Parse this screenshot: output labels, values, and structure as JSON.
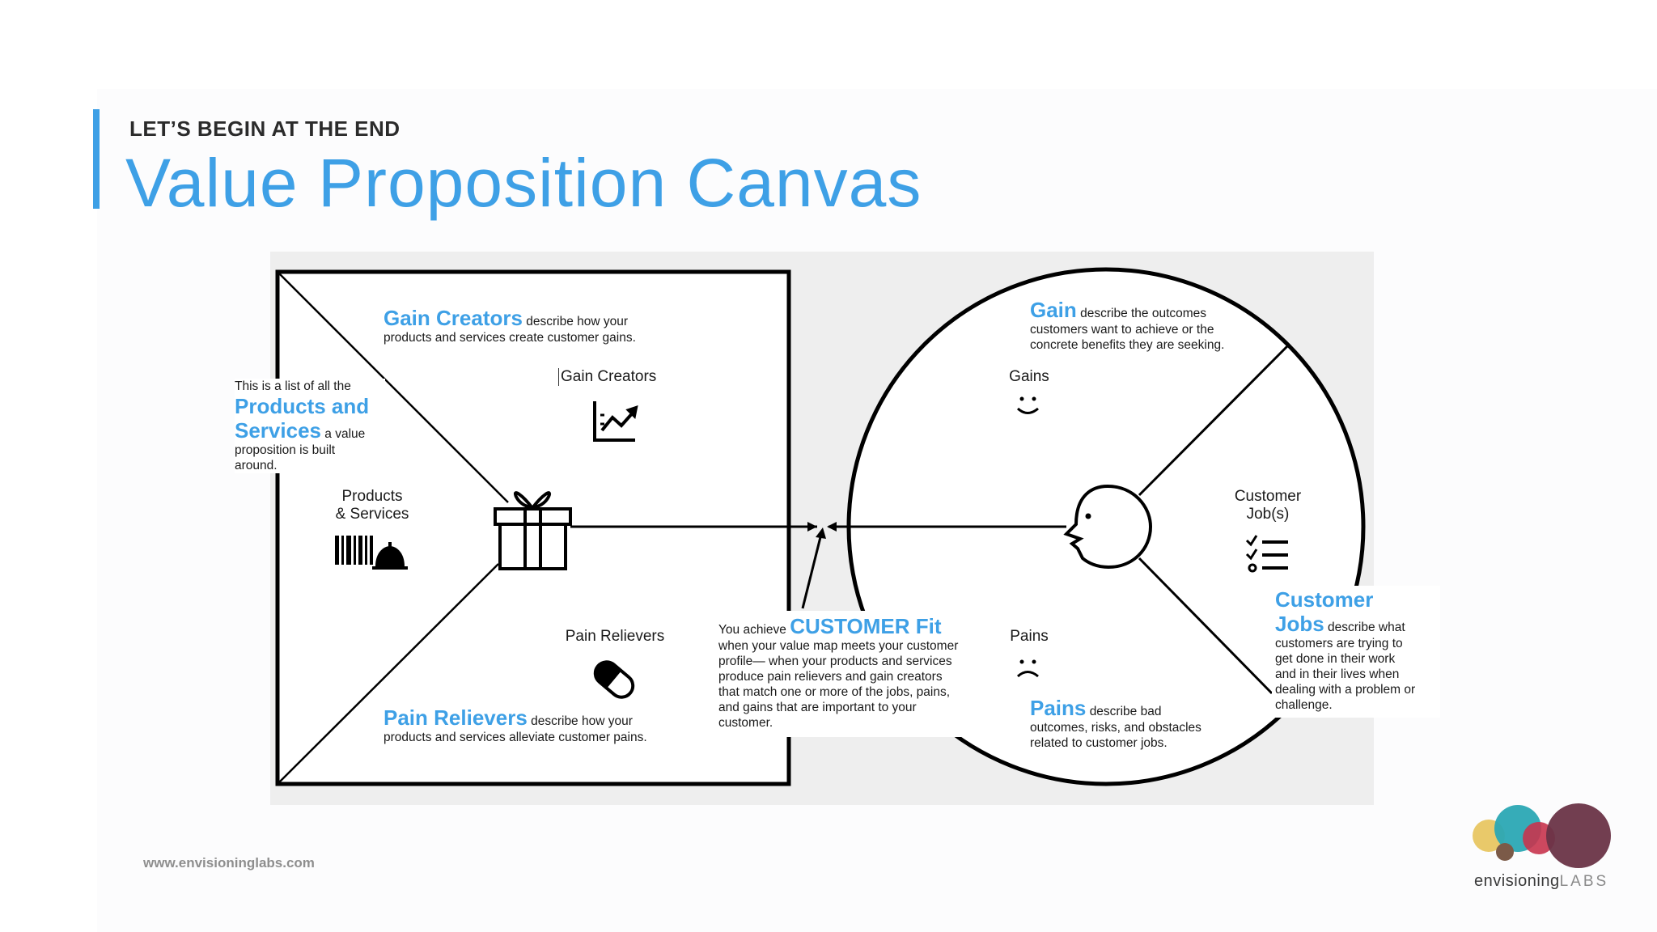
{
  "header": {
    "kicker": "LET’S BEGIN AT THE END",
    "title": "Value Proposition Canvas"
  },
  "value_map": {
    "gain_creators_heading": "Gain Creators",
    "gain_creators_desc_1": "describe how your",
    "gain_creators_desc_2": "products and services create customer gains.",
    "gain_creators_label": "Gain Creators",
    "products_label_1": "Products",
    "products_label_2": "& Services",
    "pain_relievers_label": "Pain Relievers",
    "pain_relievers_heading": "Pain Relievers",
    "pain_relievers_desc_1": "describe how your",
    "pain_relievers_desc_2": "products and services alleviate customer pains."
  },
  "products_note": {
    "line1": "This is a list of all the",
    "heading_1": "Products and",
    "heading_2": "Services",
    "line2": "a value",
    "line3": "proposition is built",
    "line4": "around."
  },
  "fit_note": {
    "prefix": "You achieve",
    "heading": "CUSTOMER Fit",
    "lines": [
      "when your value map meets your customer",
      "profile— when your products and services",
      "produce pain relievers and gain creators",
      "that match one or more of the jobs, pains,",
      "and gains that are important to your",
      "customer."
    ]
  },
  "customer_profile": {
    "gain_heading": "Gain",
    "gain_desc_1": "describe the outcomes",
    "gain_desc_2": "customers want to achieve or the",
    "gain_desc_3": "concrete benefits they are seeking.",
    "gains_label": "Gains",
    "jobs_label_1": "Customer",
    "jobs_label_2": "Job(s)",
    "pains_label": "Pains",
    "pains_heading": "Pains",
    "pains_desc_1": "describe bad",
    "pains_desc_2": "outcomes, risks, and obstacles",
    "pains_desc_3": "related to customer jobs.",
    "jobs_heading_1": "Customer",
    "jobs_heading_2": "Jobs",
    "jobs_desc_1": "describe what",
    "jobs_desc_2": "customers are trying to",
    "jobs_desc_3": "get done in their work",
    "jobs_desc_4": "and in their lives when",
    "jobs_desc_5": "dealing with a problem or",
    "jobs_desc_6": "challenge."
  },
  "icons": [
    "growth-chart-icon",
    "barcode-icon",
    "cloche-icon",
    "gift-icon",
    "pill-icon",
    "smile-icon",
    "frown-icon",
    "checklist-icon",
    "face-profile-icon"
  ],
  "footer": {
    "url": "www.envisioninglabs.com",
    "logo_text": "envisioning",
    "logo_labs": "LABS"
  },
  "colors": {
    "accent": "#3ea0e6",
    "logo_yellow": "#e9c96a",
    "logo_teal": "#2ba8b4",
    "logo_red": "#c8344e",
    "logo_plum": "#6a3447",
    "logo_brown": "#7b5a48"
  }
}
